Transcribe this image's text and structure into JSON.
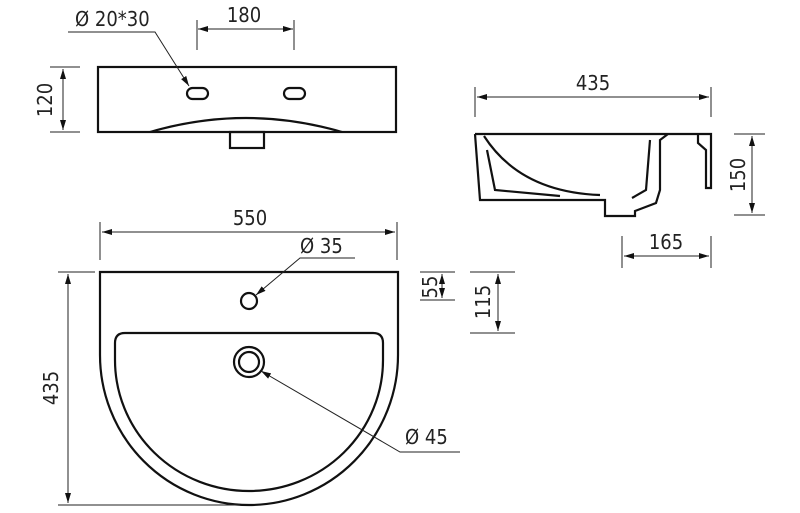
{
  "front_view": {
    "hole_label": "Ø 20*30",
    "spacing_label": "180",
    "height_label": "120"
  },
  "side_view": {
    "depth_label": "435",
    "height_label": "150",
    "offset_label": "165"
  },
  "plan_view": {
    "width_label": "550",
    "tap_hole_label": "Ø 35",
    "drain_label": "Ø 45",
    "length_label": "435",
    "tap_offset_label": "55",
    "basin_offset_label": "115"
  },
  "colors": {
    "line": "#111111",
    "background": "#ffffff"
  }
}
